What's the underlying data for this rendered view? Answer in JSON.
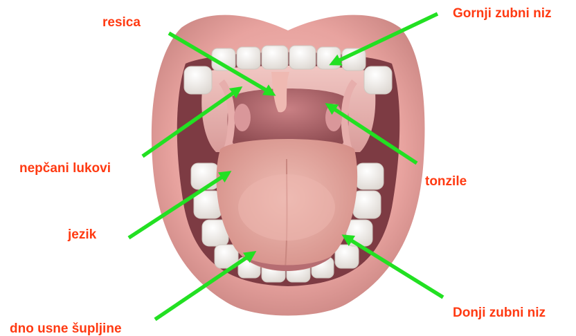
{
  "labels": {
    "resica": "resica",
    "gornji_zubni_niz": "Gornji zubni niz",
    "nepcani_lukovi": "nepčani lukovi",
    "tonzile": "tonzile",
    "jezik": "jezik",
    "donji_zubni_niz": "Donji zubni niz",
    "dno_usne_supljine": "dno usne šupljine"
  },
  "colors": {
    "label_text": "#ff3a12",
    "arrow": "#22e022",
    "lips": "#e8a39f",
    "tongue": "#e3a39a",
    "throat": "#bb6e72",
    "teeth": "#f4f1ee"
  }
}
